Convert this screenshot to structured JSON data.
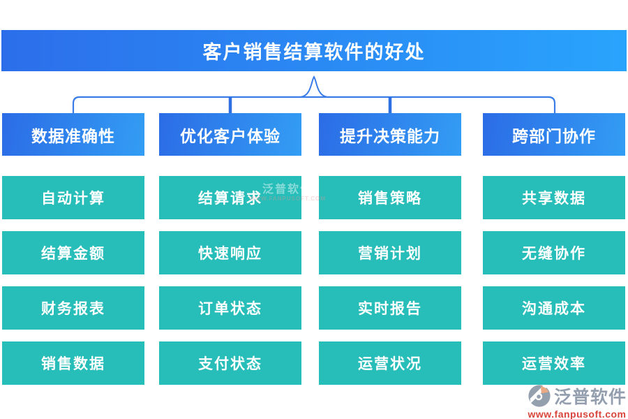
{
  "title": "客户销售结算软件的好处",
  "columns": [
    {
      "header": "数据准确性",
      "items": [
        "自动计算",
        "结算金额",
        "财务报表",
        "销售数据"
      ]
    },
    {
      "header": "优化客户体验",
      "items": [
        "结算请求",
        "快速响应",
        "订单状态",
        "支付状态"
      ]
    },
    {
      "header": "提升决策能力",
      "items": [
        "销售策略",
        "营销计划",
        "实时报告",
        "运营状况"
      ]
    },
    {
      "header": "跨部门协作",
      "items": [
        "共享数据",
        "无缝协作",
        "沟通成本",
        "运营效率"
      ]
    }
  ],
  "watermark_center": {
    "brand": "泛普软件",
    "url": "WWW.FANPUSOFT.COM"
  },
  "logo": {
    "brand": "泛普软件",
    "url": "www.fanpusoft.com"
  },
  "colors": {
    "banner_gradient_start": "#2c6eea",
    "banner_gradient_end": "#29a4fd",
    "header_gradient_start": "#2b6ce6",
    "header_gradient_end": "#339df4",
    "item_teal": "#27bdb8",
    "connector_blue": "#3b7de8",
    "logo_grey": "#939fae",
    "logo_red": "#d8453c",
    "text_white": "#ffffff"
  }
}
